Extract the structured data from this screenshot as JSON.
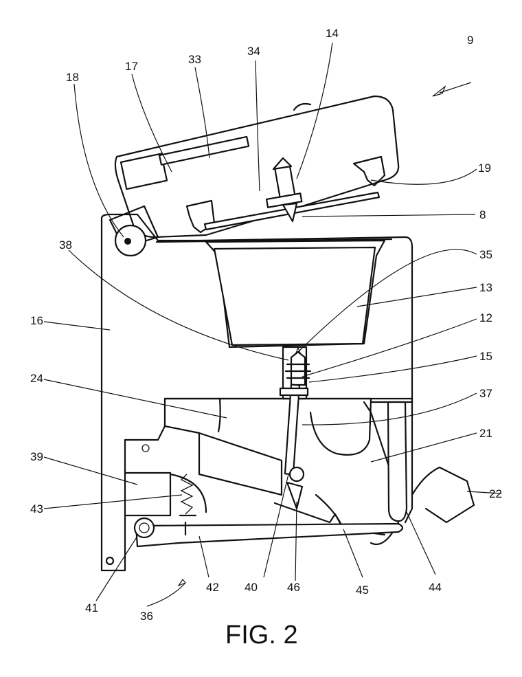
{
  "figure": {
    "caption": "FIG. 2",
    "reference_numerals": [
      "9",
      "14",
      "34",
      "33",
      "17",
      "18",
      "19",
      "8",
      "38",
      "35",
      "13",
      "16",
      "12",
      "15",
      "24",
      "37",
      "21",
      "39",
      "43",
      "22",
      "40",
      "46",
      "45",
      "44",
      "41",
      "42",
      "36"
    ]
  },
  "colors": {
    "ink": "#111111",
    "paper": "#ffffff"
  }
}
